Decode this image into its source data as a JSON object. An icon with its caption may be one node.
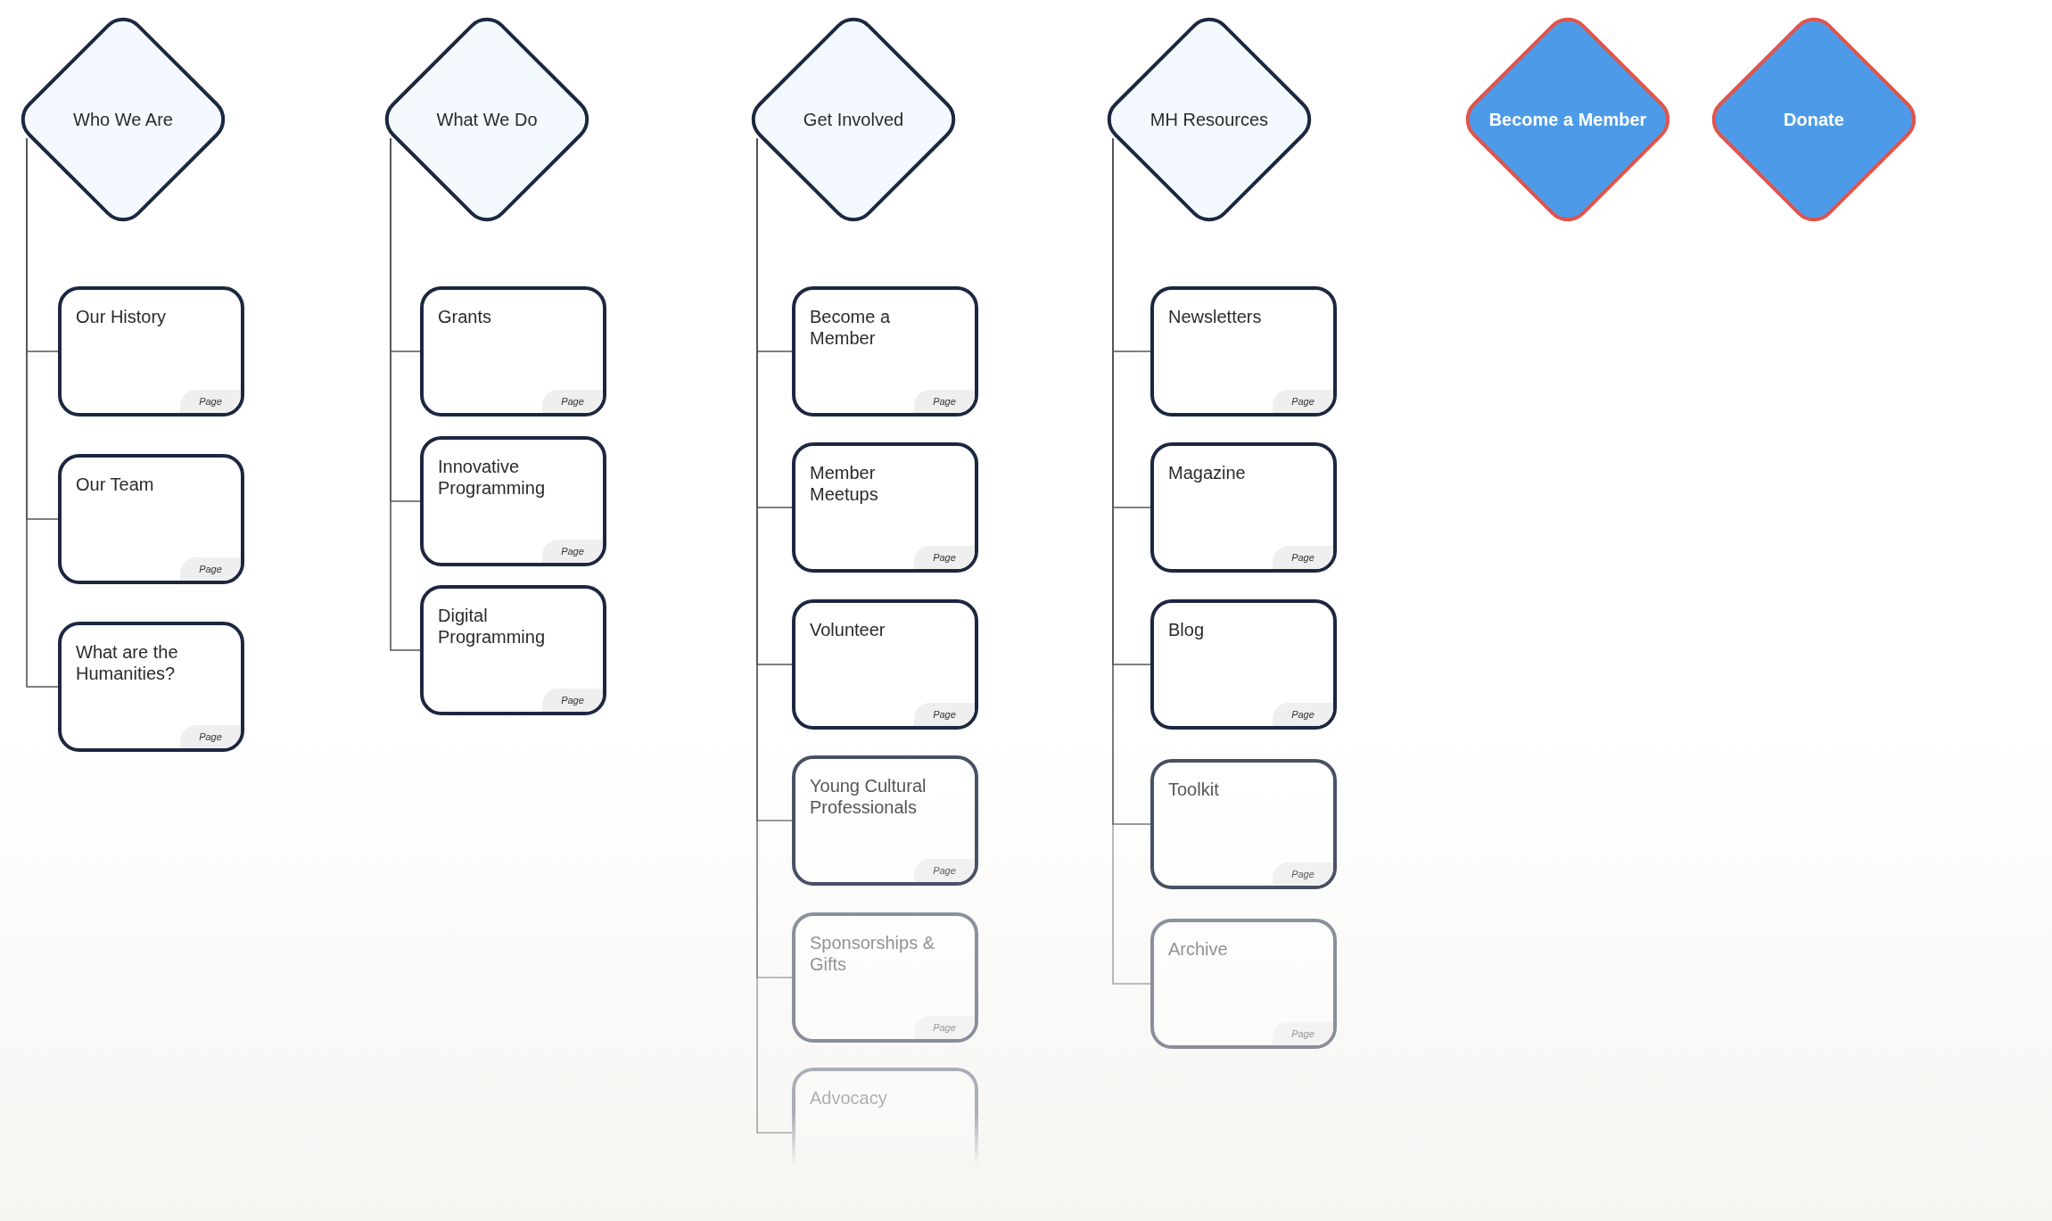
{
  "diagram": {
    "nodes": [
      {
        "text": [
          "Who We Are"
        ]
      },
      {
        "text": [
          "Our History",
          "Page"
        ]
      },
      {
        "text": [
          "Our Team",
          "Page"
        ]
      },
      {
        "text": [
          "What are the Humanities?",
          "Page"
        ]
      },
      {
        "text": [
          "What We Do"
        ]
      },
      {
        "text": [
          "Grants",
          "Page"
        ]
      },
      {
        "text": [
          "Innovative Programming",
          "Page"
        ]
      },
      {
        "text": [
          "Digital Programming",
          "Page"
        ]
      },
      {
        "text": [
          "Get Involved"
        ]
      },
      {
        "text": [
          "Become a Member",
          "Page"
        ]
      },
      {
        "text": [
          "Member Meetups",
          "Page"
        ]
      },
      {
        "text": [
          "Volunteer",
          "Page"
        ]
      },
      {
        "text": [
          "Young Cultural Professionals",
          "Page"
        ]
      },
      {
        "text": [
          "Sponsorships & Gifts",
          "Page"
        ]
      },
      {
        "text": [
          "Advocacy"
        ]
      },
      {
        "text": [
          "MH Resources"
        ]
      },
      {
        "text": [
          "Newsletters",
          "Page"
        ]
      },
      {
        "text": [
          "Magazine",
          "Page"
        ]
      },
      {
        "text": [
          "Blog",
          "Page"
        ]
      },
      {
        "text": [
          "Toolkit",
          "Page"
        ]
      },
      {
        "text": [
          "Archive",
          "Page"
        ]
      },
      {
        "text": [
          "Become a Member"
        ]
      },
      {
        "text": [
          "Donate"
        ]
      }
    ],
    "edges": [
      {
        "from": 0,
        "to": 1,
        "arrow": "none"
      },
      {
        "from": 0,
        "to": 2,
        "arrow": "none"
      },
      {
        "from": 0,
        "to": 3,
        "arrow": "none"
      },
      {
        "from": 4,
        "to": 5,
        "arrow": "none"
      },
      {
        "from": 4,
        "to": 6,
        "arrow": "none"
      },
      {
        "from": 4,
        "to": 7,
        "arrow": "none"
      },
      {
        "from": 8,
        "to": 9,
        "arrow": "none"
      },
      {
        "from": 8,
        "to": 10,
        "arrow": "none"
      },
      {
        "from": 8,
        "to": 11,
        "arrow": "none"
      },
      {
        "from": 8,
        "to": 12,
        "arrow": "none"
      },
      {
        "from": 8,
        "to": 13,
        "arrow": "none"
      },
      {
        "from": 8,
        "to": 14,
        "arrow": "none"
      },
      {
        "from": 15,
        "to": 16,
        "arrow": "none"
      },
      {
        "from": 15,
        "to": 17,
        "arrow": "none"
      },
      {
        "from": 15,
        "to": 18,
        "arrow": "none"
      },
      {
        "from": 15,
        "to": 19,
        "arrow": "none"
      },
      {
        "from": 15,
        "to": 20,
        "arrow": "none"
      }
    ]
  }
}
